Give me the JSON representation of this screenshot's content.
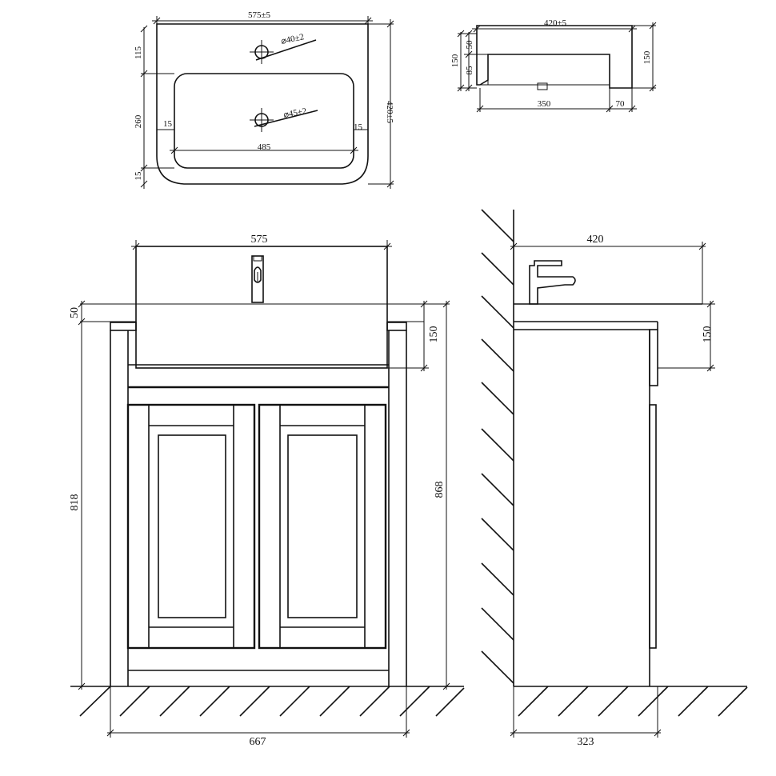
{
  "top_view": {
    "width_label": "575±5",
    "depth_label": "420±5",
    "back_label": "115",
    "bowl_depth_label": "260",
    "front_label": "15",
    "left_rim_label": "15",
    "right_rim_label": "15",
    "bowl_width_label": "485",
    "tap_hole_label": "⌀40±2",
    "waste_hole_label": "⌀45±2"
  },
  "side_section": {
    "depth_label": "420±5",
    "height_left_label": "150",
    "top_thickness_label": "50",
    "inner_label": "85",
    "height_right_label": "150",
    "base_label": "350",
    "overhang_label": "70"
  },
  "front_view": {
    "basin_width_label": "575",
    "worktop_label": "50",
    "basin_height_label": "150",
    "cabinet_height_label": "818",
    "total_height_label": "868",
    "overall_width_label": "667"
  },
  "side_view": {
    "basin_depth_label": "420",
    "basin_height_label": "150",
    "cabinet_depth_label": "323"
  }
}
